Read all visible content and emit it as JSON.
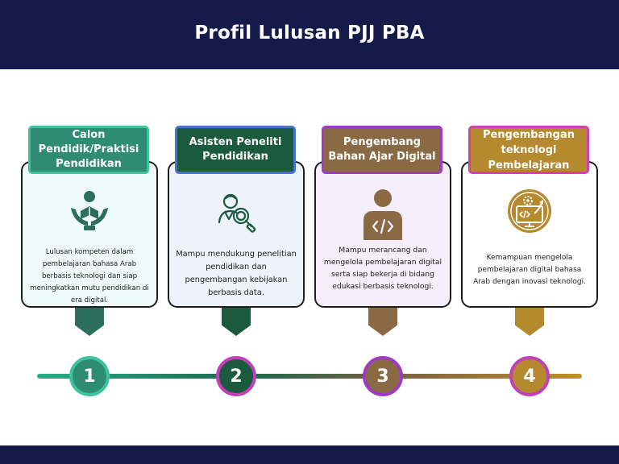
{
  "title": "Profil Lulusan PJJ PBA",
  "items": [
    {
      "label": "Calon Pendidik/Praktisi Pendidikan",
      "icon": "education-hands-book-icon",
      "description": "Lulusan kompeten dalam pembelajaran bahasa Arab berbasis teknologi dan siap meningkatkan mutu pendidikan di era digital.",
      "number": "1",
      "color": "#2e8c73"
    },
    {
      "label": "Asisten Peneliti Pendidikan",
      "icon": "researcher-magnifier-icon",
      "description": "Mampu mendukung penelitian pendidikan dan pengembangan kebijakan berbasis data.",
      "number": "2",
      "color": "#1b5a3f"
    },
    {
      "label": "Pengembang Bahan Ajar Digital",
      "icon": "developer-code-icon",
      "description": "Mampu merancang dan mengelola pembelajaran digital serta siap bekerja di bidang edukasi berbasis teknologi.",
      "number": "3",
      "color": "#8a6a45"
    },
    {
      "label": "Pengembangan teknologi Pembelajaran",
      "icon": "learning-technology-gear-icon",
      "description": "Kemampuan mengelola pembelajaran digital bahasa Arab dengan inovasi teknologi.",
      "number": "4",
      "color": "#b5892e"
    }
  ],
  "colors": {
    "navy": "#141a4a",
    "teal": "#2e8c73",
    "dark_green": "#1b5a3f",
    "brown": "#8a6a45",
    "gold": "#b5892e"
  }
}
